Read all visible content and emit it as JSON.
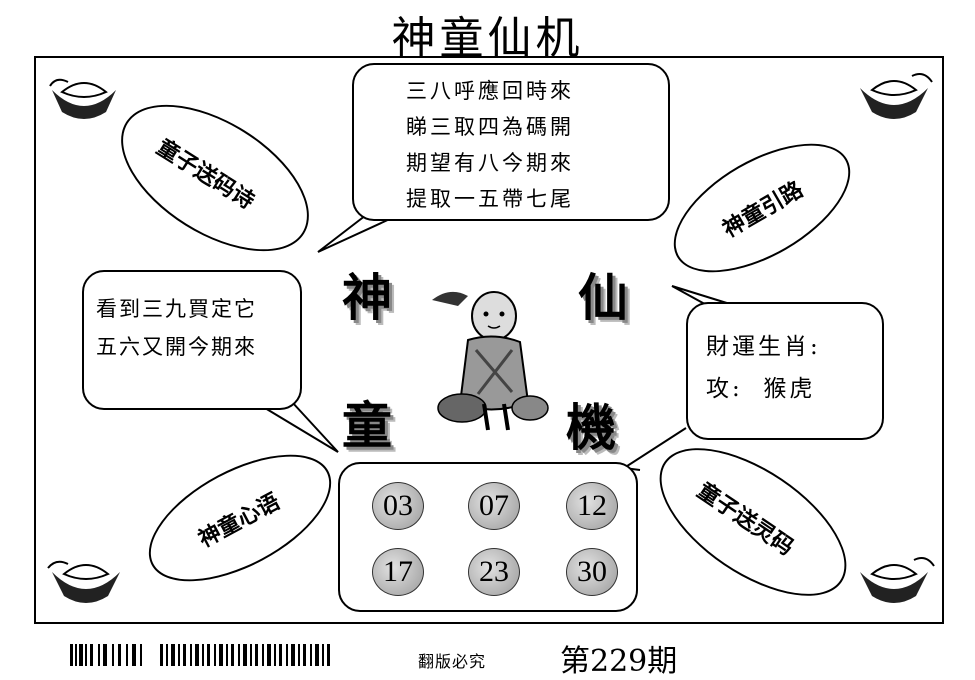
{
  "title": "神童仙机",
  "poem": [
    "三八呼應回時來",
    "睇三取四為碼開",
    "期望有八今期來",
    "提取一五帶七尾"
  ],
  "left_verse": [
    "看到三九買定它",
    "五六又開今期來"
  ],
  "zodiac": {
    "heading": "財運生肖:",
    "line": "攻:  猴虎"
  },
  "numbers": [
    "03",
    "07",
    "12",
    "17",
    "23",
    "30"
  ],
  "ellipses": {
    "top_left": "童子送码诗",
    "top_right": "神童引路",
    "bottom_left": "神童心语",
    "bottom_right": "童子送灵码"
  },
  "big_chars": [
    "神",
    "仙",
    "童",
    "機"
  ],
  "footer": {
    "note": "翻版必究",
    "issue": "第229期"
  },
  "icons": [
    "gold-ingot-icon",
    "child-figure-icon",
    "barcode-icon"
  ]
}
